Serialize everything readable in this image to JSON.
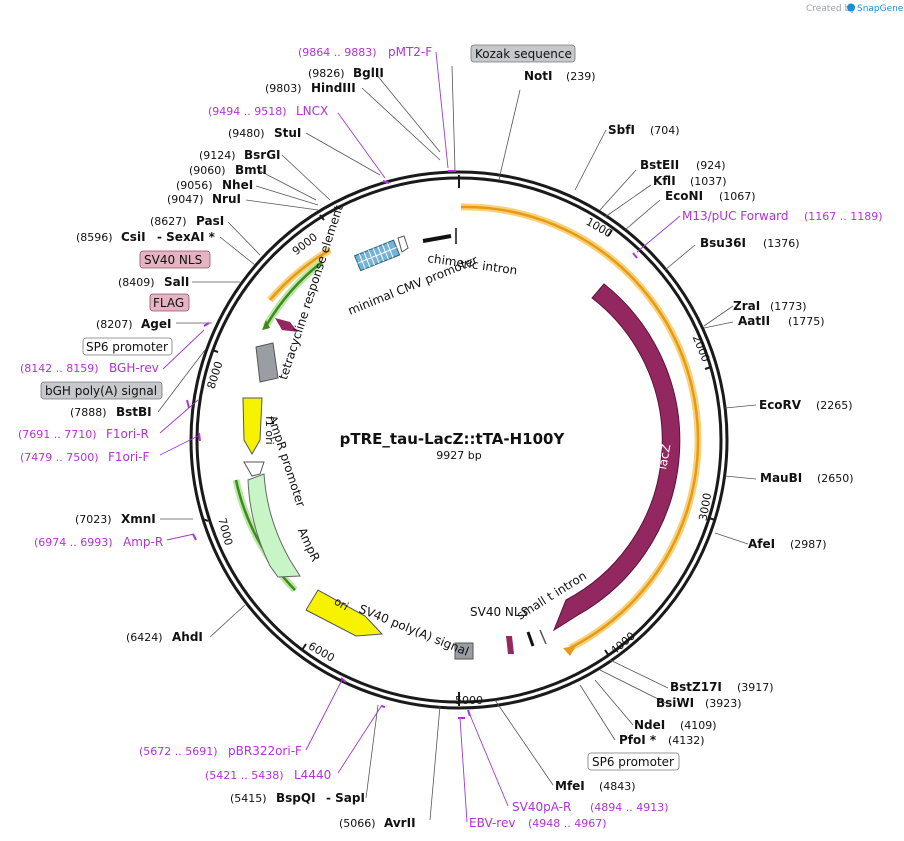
{
  "credit": {
    "prefix": "Created by",
    "brand": "SnapGene"
  },
  "plasmid": {
    "name": "pTRE_tau-LacZ::tTA-H100Y",
    "length_label": "9927 bp"
  },
  "ticks": [
    "1000",
    "2000",
    "3000",
    "4000",
    "5000",
    "6000",
    "7000",
    "8000",
    "9000"
  ],
  "enzymes": [
    {
      "name": "NotI",
      "pos": "(239)"
    },
    {
      "name": "SbfI",
      "pos": "(704)"
    },
    {
      "name": "BstEII",
      "pos": "(924)"
    },
    {
      "name": "KflI",
      "pos": "(1037)"
    },
    {
      "name": "EcoNI",
      "pos": "(1067)"
    },
    {
      "name": "Bsu36I",
      "pos": "(1376)"
    },
    {
      "name": "ZraI",
      "pos": "(1773)"
    },
    {
      "name": "AatII",
      "pos": "(1775)"
    },
    {
      "name": "EcoRV",
      "pos": "(2265)"
    },
    {
      "name": "MauBI",
      "pos": "(2650)"
    },
    {
      "name": "AfeI",
      "pos": "(2987)"
    },
    {
      "name": "BstZ17I",
      "pos": "(3917)"
    },
    {
      "name": "BsiWI",
      "pos": "(3923)"
    },
    {
      "name": "NdeI",
      "pos": "(4109)"
    },
    {
      "name": "PfoI *",
      "pos": "(4132)"
    },
    {
      "name": "MfeI",
      "pos": "(4843)"
    },
    {
      "name": "AvrII",
      "pos": "(5066)"
    },
    {
      "name": "BspQI",
      "pos": "(5415)",
      "extra": "-  SapI"
    },
    {
      "name": "AhdI",
      "pos": "(6424)"
    },
    {
      "name": "XmnI",
      "pos": "(7023)"
    },
    {
      "name": "BstBI",
      "pos": "(7888)"
    },
    {
      "name": "AgeI",
      "pos": "(8207)"
    },
    {
      "name": "SalI",
      "pos": "(8409)"
    },
    {
      "name": "CsiI",
      "pos": "(8596)",
      "extra": "-  SexAI *"
    },
    {
      "name": "PasI",
      "pos": "(8627)"
    },
    {
      "name": "NruI",
      "pos": "(9047)"
    },
    {
      "name": "NheI",
      "pos": "(9056)"
    },
    {
      "name": "BmtI",
      "pos": "(9060)"
    },
    {
      "name": "BsrGI",
      "pos": "(9124)"
    },
    {
      "name": "StuI",
      "pos": "(9480)"
    },
    {
      "name": "HindIII",
      "pos": "(9803)"
    },
    {
      "name": "BglII",
      "pos": "(9826)"
    }
  ],
  "primers": [
    {
      "name": "pMT2-F",
      "range": "(9864 .. 9883)"
    },
    {
      "name": "LNCX",
      "range": "(9494 .. 9518)"
    },
    {
      "name": "M13/pUC Forward",
      "range": "(1167 .. 1189)"
    },
    {
      "name": "BGH-rev",
      "range": "(8142 .. 8159)"
    },
    {
      "name": "F1ori-R",
      "range": "(7691 .. 7710)"
    },
    {
      "name": "F1ori-F",
      "range": "(7479 .. 7500)"
    },
    {
      "name": "Amp-R",
      "range": "(6974 .. 6993)"
    },
    {
      "name": "pBR322ori-F",
      "range": "(5672 .. 5691)"
    },
    {
      "name": "L4440",
      "range": "(5421 .. 5438)"
    },
    {
      "name": "SV40pA-R",
      "range": "(4894 .. 4913)"
    },
    {
      "name": "EBV-rev",
      "range": "(4948 .. 4967)"
    }
  ],
  "boxed_labels": [
    {
      "text": "Kozak sequence",
      "style": "gray"
    },
    {
      "text": "SV40 NLS",
      "style": "pink"
    },
    {
      "text": "FLAG",
      "style": "pink"
    },
    {
      "text": "SP6 promoter",
      "style": "white"
    },
    {
      "text": "bGH poly(A) signal",
      "style": "gray"
    },
    {
      "text": "SP6 promoter",
      "style": "white"
    }
  ],
  "features": {
    "tre": "tetracycline response element",
    "cmv": "minimal CMV promoter",
    "intron": "chimeric intron",
    "lacz": "lacZ",
    "small_t": "small t intron",
    "sv40_nls": "SV40 NLS",
    "sv40_polya": "SV40 poly(A) signal",
    "ori": "ori",
    "ampr": "AmpR",
    "ampr_promoter": "AmpR promoter",
    "f1_ori": "f1 ori"
  },
  "colors": {
    "backbone": "#1a1a1a",
    "lacz": "#93275f",
    "orf_orange": "#f0a020",
    "orf_green": "#3d8c1a",
    "ori_yellow": "#f7f200",
    "ampr_green": "#c8f5c5",
    "primer_purple": "#b232d6",
    "promoter_gray": "#9a9ea3",
    "nls_pink": "#e6b3c2"
  }
}
